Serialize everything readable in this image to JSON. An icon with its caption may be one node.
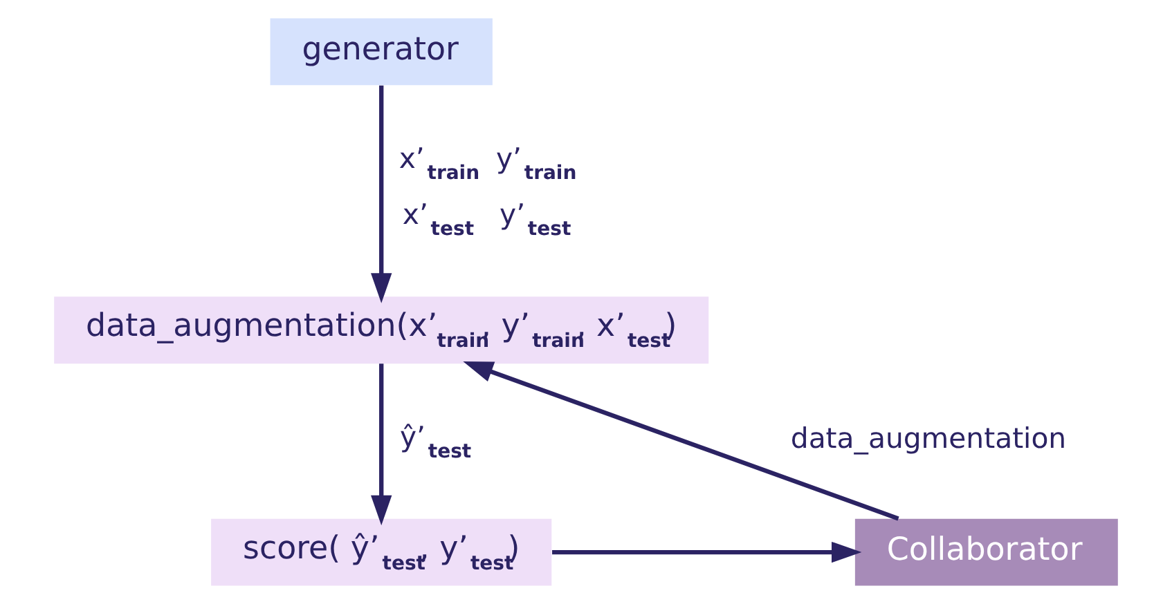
{
  "diagram": {
    "nodes": [
      {
        "text": [
          "generator"
        ]
      },
      {
        "text": [
          "data_augmentation(x’$_{train}$, y’$_{train}$, x’$_{test}$)"
        ]
      },
      {
        "text": [
          "score( ŷ’$_{test}$, y’$_{test}$)"
        ]
      },
      {
        "text": [
          "Collaborator"
        ]
      }
    ],
    "edges": [
      {
        "from": 0,
        "to": 1,
        "arrow": "to",
        "label": "x’$_{train}$ y’$_{train}$ x’$_{test}$ y’$_{test}$"
      },
      {
        "from": 1,
        "to": 2,
        "arrow": "to",
        "label": "ŷ’$_{test}$"
      },
      {
        "from": 2,
        "to": 3,
        "arrow": "to"
      },
      {
        "from": 3,
        "to": 1,
        "arrow": "to",
        "label": "data_augmentation"
      }
    ]
  }
}
